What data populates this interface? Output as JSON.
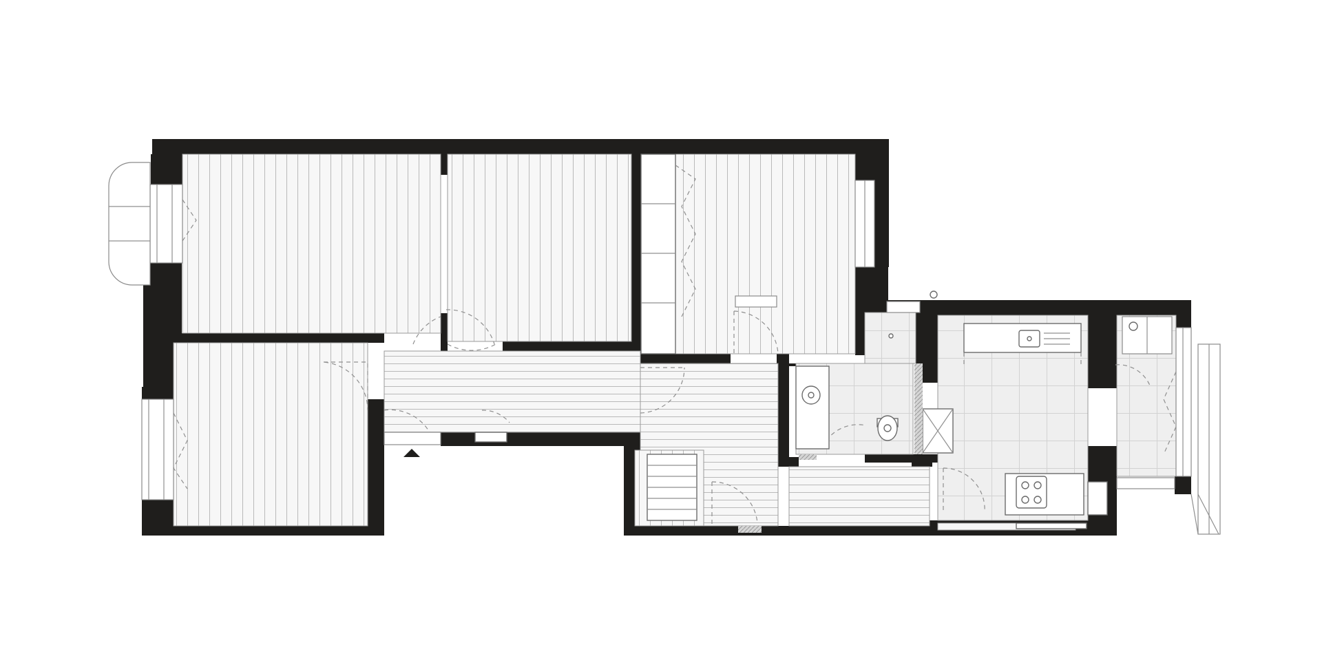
{
  "plan": {
    "rooms": [
      {
        "id": "bedroom-northwest",
        "floor": "wood"
      },
      {
        "id": "bedroom-north-center",
        "floor": "wood"
      },
      {
        "id": "bedroom-northeast",
        "floor": "wood"
      },
      {
        "id": "bedroom-southwest",
        "floor": "wood"
      },
      {
        "id": "hallway",
        "floor": "wood"
      },
      {
        "id": "corridor",
        "floor": "wood"
      },
      {
        "id": "bathroom",
        "floor": "tile"
      },
      {
        "id": "kitchen",
        "floor": "tile"
      },
      {
        "id": "pantry",
        "floor": "tile"
      },
      {
        "id": "stair-room",
        "floor": "wood"
      },
      {
        "id": "storage-room",
        "floor": "wood"
      },
      {
        "id": "back-porch",
        "floor": "tile"
      }
    ],
    "fixtures": [
      "sink-icon",
      "toilet-icon",
      "shower-icon",
      "stove-icon",
      "kitchen-sink-icon",
      "balcony",
      "stairs-icon",
      "entry-arrow-icon"
    ],
    "colors": {
      "wall": "#1f1e1c",
      "floor": "#f6f6f6",
      "background": "#ffffff"
    }
  }
}
